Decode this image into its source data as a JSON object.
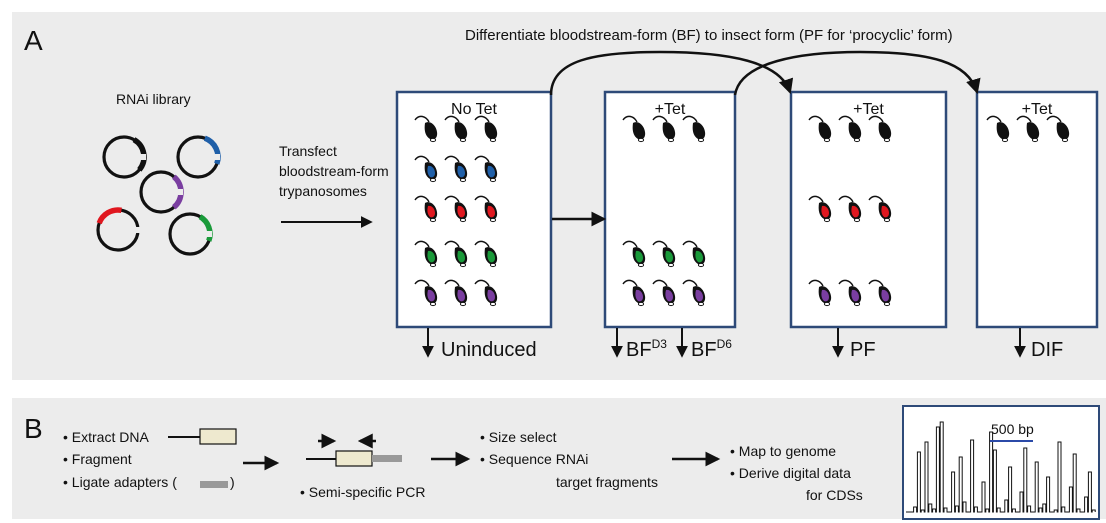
{
  "panel_a": {
    "letter": "A",
    "header": "Differentiate  bloodstream-form (BF) to insect form (PF for ‘procyclic’ form)",
    "library_label": "RNAi library",
    "transfect": [
      "Transfect",
      "bloodstream-form",
      "trypanosomes"
    ],
    "boxes": [
      {
        "title": "No Tet",
        "rows": [
          "black",
          "blue",
          "red",
          "green",
          "purple"
        ]
      },
      {
        "title": "+Tet",
        "rows": [
          "black",
          "",
          "",
          "green",
          "purple"
        ]
      },
      {
        "title": "+Tet",
        "rows": [
          "black",
          "",
          "red",
          "",
          "purple"
        ]
      },
      {
        "title": "+Tet",
        "rows": [
          "black",
          "",
          "",
          "",
          ""
        ]
      }
    ],
    "outputs": {
      "uninduced": "Uninduced",
      "bf": "BF",
      "bf_d3_sup": "D3",
      "bf_d6_sup": "D6",
      "pf": "PF",
      "dif": "DIF"
    },
    "plasmid_colors": [
      "black",
      "blue",
      "purple",
      "red",
      "green"
    ]
  },
  "panel_b": {
    "letter": "B",
    "step1": [
      "• Extract DNA",
      "• Fragment",
      "• Ligate adapters (",
      ")"
    ],
    "step2": "• Semi-specific PCR",
    "step3": [
      "• Size select",
      "• Sequence RNAi",
      "target fragments"
    ],
    "step4": [
      "• Map to genome",
      "• Derive digital data",
      "for CDSs"
    ],
    "scale_label": "500 bp"
  },
  "colors": {
    "panel_bg": "#ececec",
    "box_border": "#2e4a78",
    "black": "#111111",
    "blue": "#1f5fa8",
    "red": "#e0171f",
    "green": "#1a9a3a",
    "purple": "#7a3ea0",
    "adapter": "#999999",
    "fragment": "#eee9cf",
    "scale": "#2b4aa8"
  }
}
